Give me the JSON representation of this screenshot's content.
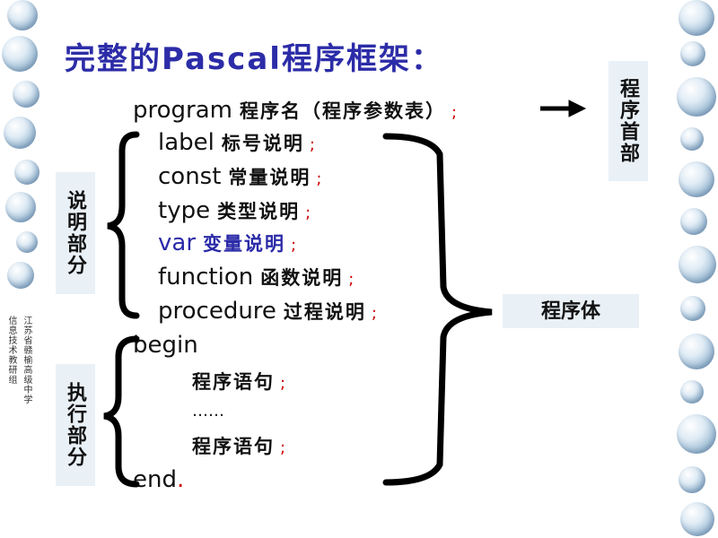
{
  "title": "完整的Pascal程序框架：",
  "header_line": {
    "keyword": "program",
    "text": "程序名（程序参数表）",
    "semi": ";"
  },
  "declarations": [
    {
      "keyword": "label",
      "text": "标号说明",
      "semi": ";"
    },
    {
      "keyword": "const",
      "text": "常量说明",
      "semi": ";"
    },
    {
      "keyword": "type",
      "text": "类型说明",
      "semi": ";"
    },
    {
      "keyword": "var",
      "text": "变量说明",
      "semi": ";"
    },
    {
      "keyword": "function",
      "text": "函数说明",
      "semi": ";"
    },
    {
      "keyword": "procedure",
      "text": "过程说明",
      "semi": ";"
    }
  ],
  "body_lines": {
    "begin": "begin",
    "stmt1": "程序语句",
    "stmt1_semi": ";",
    "ellipsis": "……",
    "stmt2": "程序语句",
    "stmt2_semi": ";",
    "end": "end",
    "end_dot": "."
  },
  "labels": {
    "program_header": "程序首部",
    "declaration_part": "说明部分",
    "execution_part": "执行部分",
    "program_body": "程序体"
  },
  "sidebar_note": [
    "江苏省赣榆高级中学",
    "信息技术教研组"
  ],
  "colors": {
    "title": "#2c2ca8",
    "var_line": "#2a2aa8",
    "semicolon": "#cc0000",
    "label_box": "#e9f1f7"
  }
}
